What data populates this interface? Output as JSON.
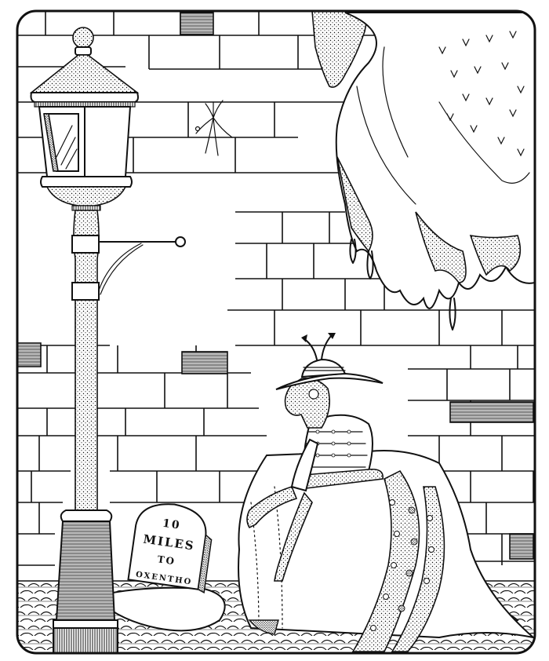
{
  "illustration": {
    "style": "pen-and-ink book illustration",
    "ink_color": "#111111",
    "paper_color": "#ffffff",
    "subjects": {
      "lamp_post": "street-lamp",
      "wall": "brick-wall",
      "vegetation": "hanging-moss",
      "weed": "wall-weed",
      "figure": "monkey-lady-in-hat-and-dress",
      "ground": "cobblestones"
    },
    "milestone": {
      "line1": "10",
      "line2": "MILES",
      "line3": "TO",
      "line4": "OXENTHO"
    }
  }
}
